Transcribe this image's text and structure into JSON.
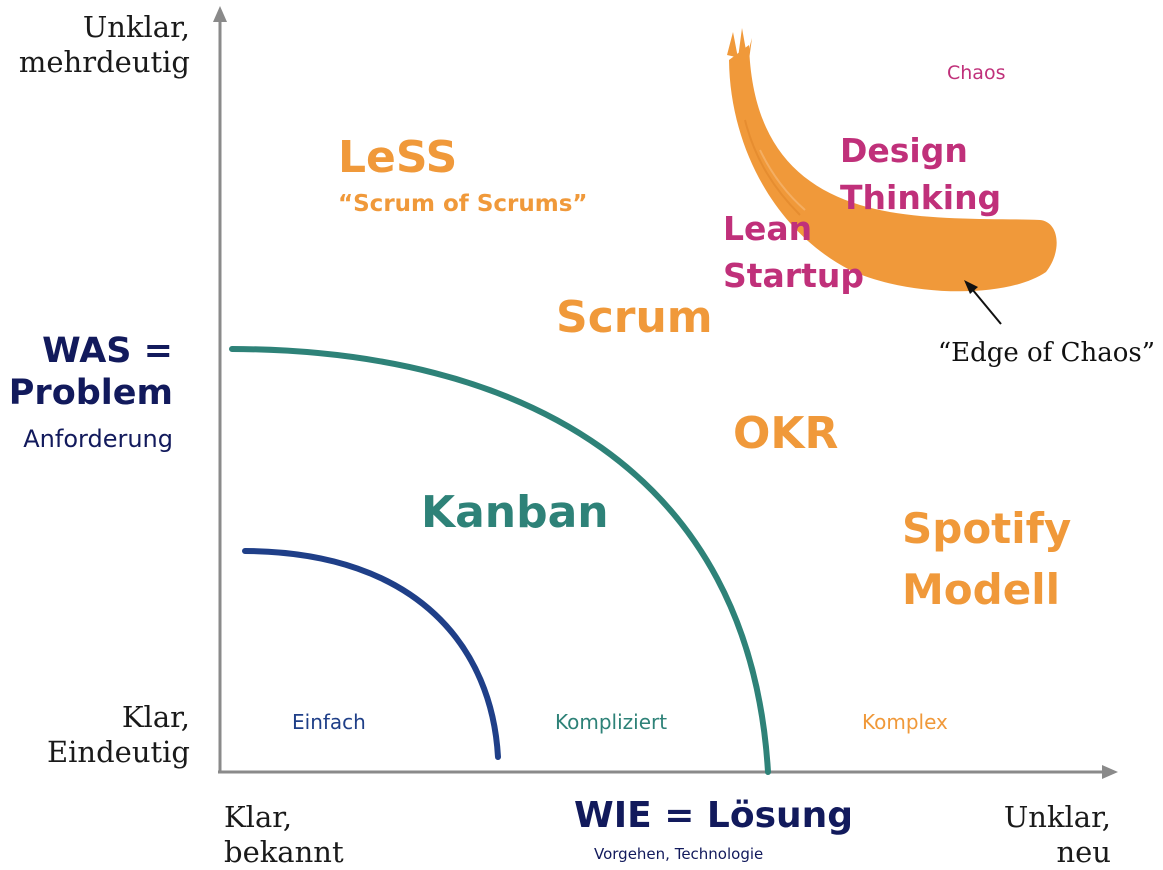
{
  "axes": {
    "y_top": [
      "Unklar,",
      "mehrdeutig"
    ],
    "y_bottom": [
      "Klar,",
      "Eindeutig"
    ],
    "x_left": [
      "Klar,",
      "bekannt"
    ],
    "x_right": [
      "Unklar,",
      "neu"
    ],
    "y_title": {
      "line1": "WAS =",
      "line2": "Problem",
      "sub": "Anforderung"
    },
    "x_title": {
      "main": "WIE = Lösung",
      "sub": "Vorgehen, Technologie"
    }
  },
  "zones": {
    "simple": "Einfach",
    "complicated": "Kompliziert",
    "complex": "Komplex",
    "chaos": "Chaos"
  },
  "methods": {
    "less": "LeSS",
    "less_sub": "“Scrum of Scrums”",
    "scrum": "Scrum",
    "okr": "OKR",
    "kanban": "Kanban",
    "spotify": [
      "Spotify",
      "Modell"
    ],
    "design_thinking": [
      "Design",
      "Thinking"
    ],
    "lean_startup": [
      "Lean",
      "Startup"
    ]
  },
  "annotation": "“Edge of Chaos”",
  "colors": {
    "orange": "#f0993a",
    "magenta": "#c0307a",
    "teal": "#2e8278",
    "navy": "#121a5c",
    "blue": "#1f3f88",
    "axis": "#8a8a8a"
  }
}
